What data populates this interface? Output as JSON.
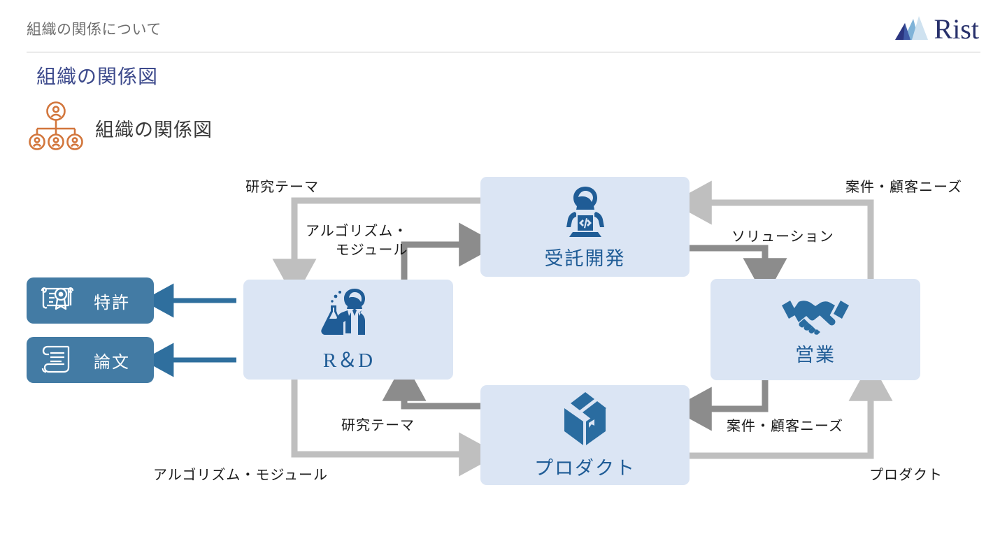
{
  "header": {
    "breadcrumb": "組織の関係について",
    "logo_text": "Rist",
    "logo_mark_name": "rist-mountain-logo"
  },
  "slide": {
    "title": "組織の関係図",
    "section_label": "組織の関係図",
    "section_icon": "org-chart-icon"
  },
  "colors": {
    "node_bg": "#dbe5f4",
    "node_text": "#1f5c96",
    "outbox_bg": "#437ba4",
    "arrow_light": "#bfbfbf",
    "arrow_dark": "#8c8c8c",
    "arrow_blue": "#2f6f9e",
    "title_blue": "#3d4a8c",
    "icon_orange": "#d2763c",
    "logo_navy": "#27306b"
  },
  "nodes": [
    {
      "id": "dev",
      "label": "受託開発",
      "icon": "developer-laptop-icon"
    },
    {
      "id": "rd",
      "label": "R＆D",
      "icon": "scientist-flask-icon"
    },
    {
      "id": "sales",
      "label": "営業",
      "icon": "handshake-icon"
    },
    {
      "id": "product",
      "label": "プロダクト",
      "icon": "package-box-icon"
    }
  ],
  "outputs": [
    {
      "id": "patent",
      "label": "特許",
      "icon": "certificate-award-icon"
    },
    {
      "id": "paper",
      "label": "論文",
      "icon": "scroll-document-icon"
    }
  ],
  "edges": [
    {
      "id": "research-top",
      "label": "研究テーマ",
      "from": "dev",
      "to": "rd",
      "tone": "light"
    },
    {
      "id": "algo-top",
      "label": "アルゴリズム・\nモジュール",
      "from": "rd",
      "to": "dev",
      "tone": "dark"
    },
    {
      "id": "needs-top",
      "label": "案件・顧客ニーズ",
      "from": "sales",
      "to": "dev",
      "tone": "light"
    },
    {
      "id": "solution",
      "label": "ソリューション",
      "from": "dev",
      "to": "sales",
      "tone": "dark"
    },
    {
      "id": "research-bot",
      "label": "研究テーマ",
      "from": "product",
      "to": "rd",
      "tone": "dark"
    },
    {
      "id": "algo-bot",
      "label": "アルゴリズム・モジュール",
      "from": "rd",
      "to": "product",
      "tone": "light"
    },
    {
      "id": "needs-bot",
      "label": "案件・顧客ニーズ",
      "from": "sales",
      "to": "product",
      "tone": "dark"
    },
    {
      "id": "product-right",
      "label": "プロダクト",
      "from": "product",
      "to": "sales",
      "tone": "light"
    }
  ]
}
